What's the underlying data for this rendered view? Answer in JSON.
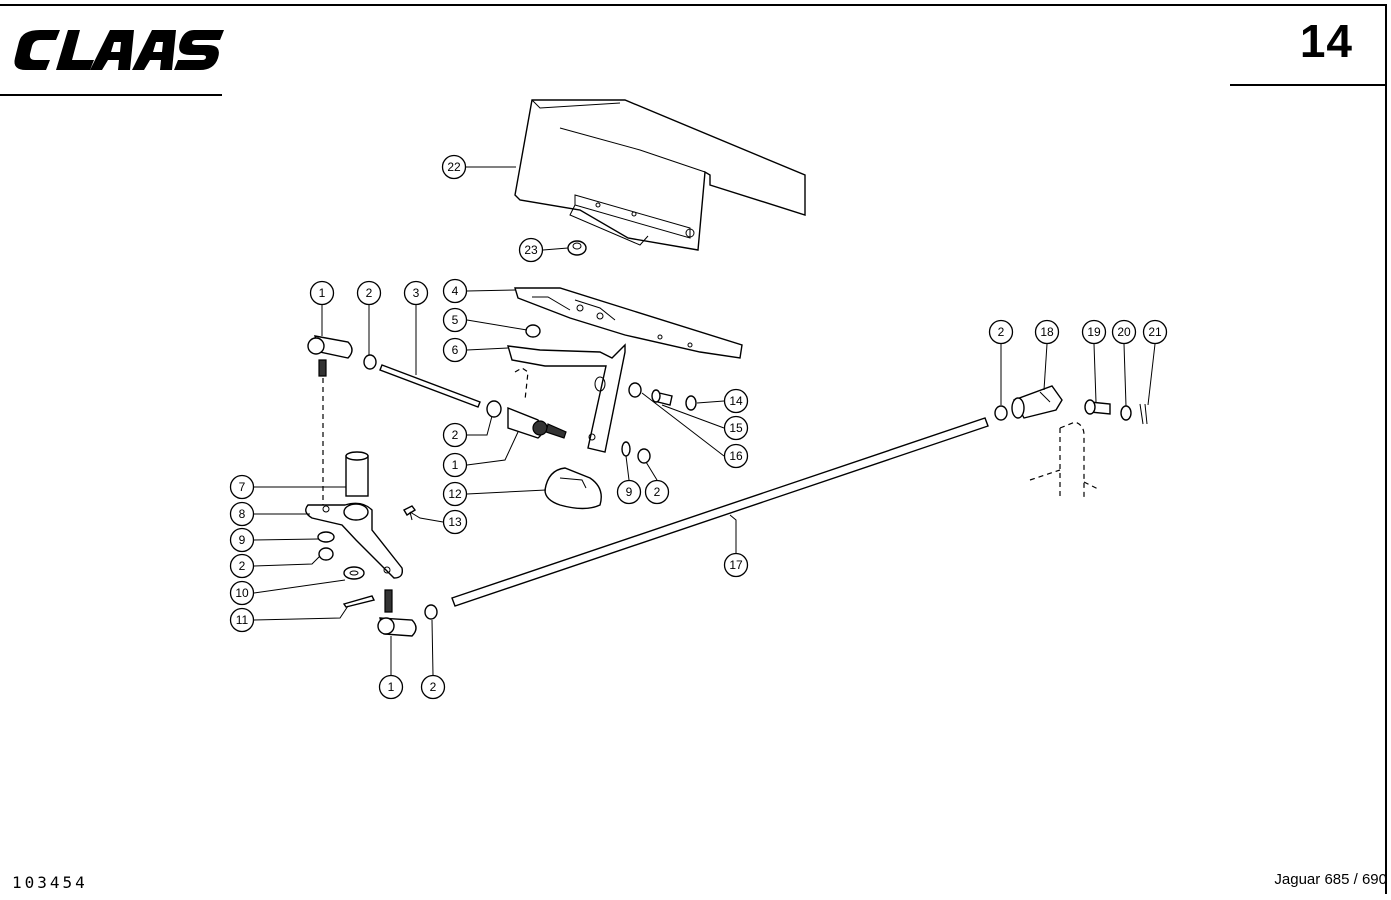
{
  "header": {
    "brand": "CLAAS",
    "page_number": "14"
  },
  "footer": {
    "drawing_number": "103454",
    "model": "Jaguar 685 / 690"
  },
  "callouts": [
    {
      "id": "c22",
      "label": "22"
    },
    {
      "id": "c23",
      "label": "23"
    },
    {
      "id": "c1a",
      "label": "1"
    },
    {
      "id": "c2a",
      "label": "2"
    },
    {
      "id": "c3",
      "label": "3"
    },
    {
      "id": "c4",
      "label": "4"
    },
    {
      "id": "c5",
      "label": "5"
    },
    {
      "id": "c6",
      "label": "6"
    },
    {
      "id": "c2b",
      "label": "2"
    },
    {
      "id": "c1b",
      "label": "1"
    },
    {
      "id": "c12",
      "label": "12"
    },
    {
      "id": "c9a",
      "label": "9"
    },
    {
      "id": "c2c",
      "label": "2"
    },
    {
      "id": "c14",
      "label": "14"
    },
    {
      "id": "c15",
      "label": "15"
    },
    {
      "id": "c16",
      "label": "16"
    },
    {
      "id": "c7",
      "label": "7"
    },
    {
      "id": "c8",
      "label": "8"
    },
    {
      "id": "c13",
      "label": "13"
    },
    {
      "id": "c9b",
      "label": "9"
    },
    {
      "id": "c2d",
      "label": "2"
    },
    {
      "id": "c10",
      "label": "10"
    },
    {
      "id": "c11",
      "label": "11"
    },
    {
      "id": "c1c",
      "label": "1"
    },
    {
      "id": "c2e",
      "label": "2"
    },
    {
      "id": "c17",
      "label": "17"
    },
    {
      "id": "c2f",
      "label": "2"
    },
    {
      "id": "c18",
      "label": "18"
    },
    {
      "id": "c19",
      "label": "19"
    },
    {
      "id": "c20",
      "label": "20"
    },
    {
      "id": "c21",
      "label": "21"
    }
  ]
}
